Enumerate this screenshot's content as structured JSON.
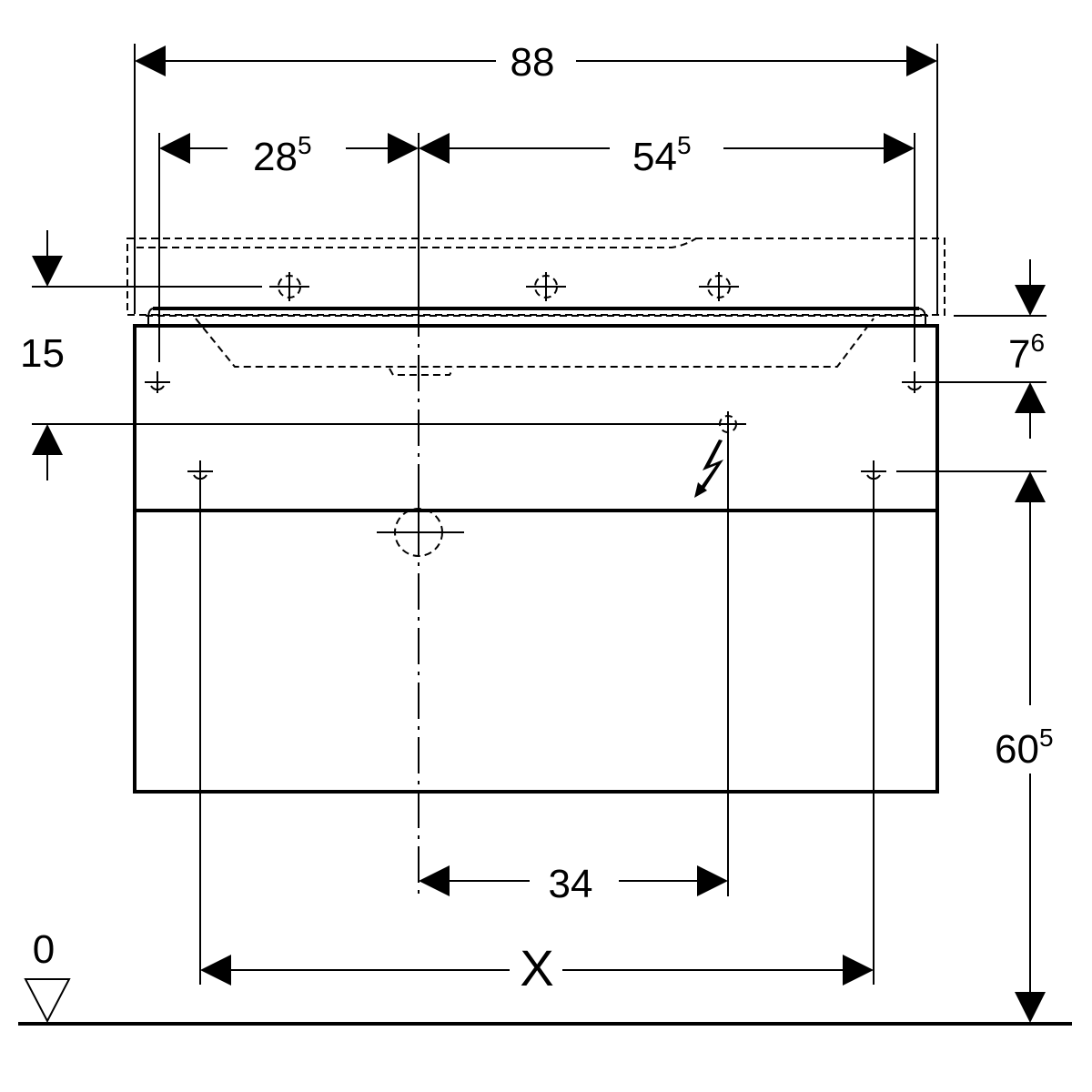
{
  "dimensions": {
    "overall_width": {
      "main": "88"
    },
    "left_offset": {
      "main": "28",
      "sup": "5"
    },
    "right_offset": {
      "main": "54",
      "sup": "5"
    },
    "hanger_to_outlet": {
      "main": "15"
    },
    "top_to_hole": {
      "main": "7",
      "sup": "6"
    },
    "floor_height": {
      "main": "60",
      "sup": "5"
    },
    "outlet_spacing": {
      "main": "34"
    },
    "leg_spacing": {
      "main": "X"
    },
    "floor_level": {
      "main": "0"
    }
  },
  "icons": [
    "electrical-outlet-icon",
    "floor-level-triangle-icon",
    "drain-icon",
    "mounting-hole-icon"
  ],
  "colors": {
    "line": "#000000",
    "background": "#ffffff"
  }
}
